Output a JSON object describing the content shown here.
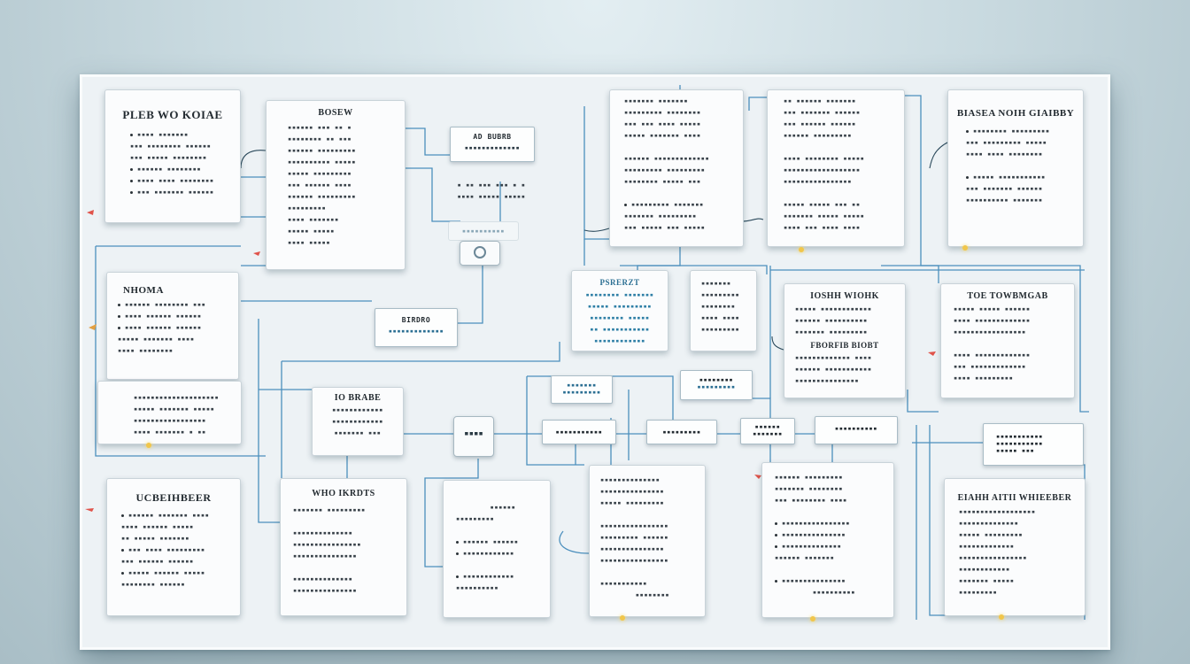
{
  "board": {
    "cards": [
      {
        "title": "PLEB WO KOIAE"
      },
      {
        "title": "BOSEW"
      },
      {
        "title": "NHOMA"
      },
      {
        "title": "WHO IKRDTS"
      },
      {
        "title": "IO BRABE"
      },
      {
        "title": "UCBEIHBEER"
      },
      {
        "title": "PSRERZT"
      },
      {
        "title": "BIASEA NOIH GIAIBBY"
      },
      {
        "title": "IOSHH WIOHK"
      },
      {
        "title": "FBORFIB BIOBT"
      },
      {
        "title": "TOE TOWBMGAB"
      },
      {
        "title": "EIAHH AITII WHIEEBER"
      }
    ],
    "tags": [
      {
        "label": "AD BUBRB"
      },
      {
        "label": "BIRDRO"
      }
    ]
  }
}
